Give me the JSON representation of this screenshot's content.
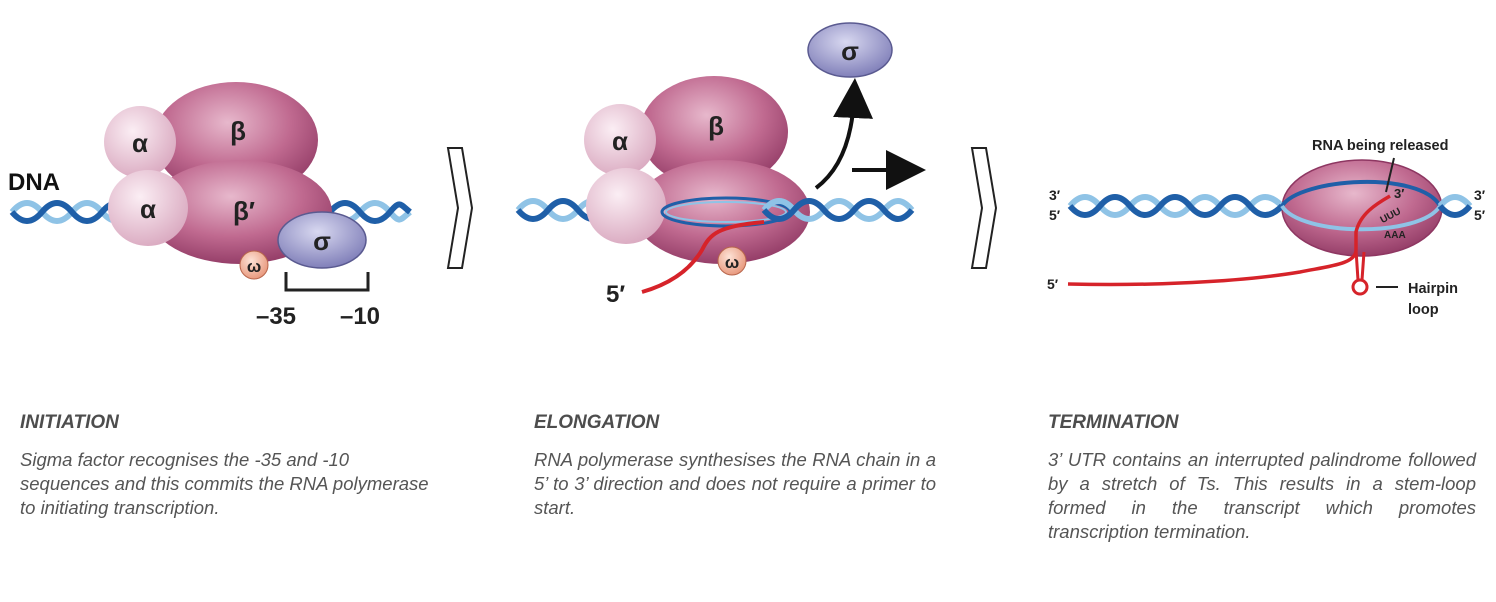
{
  "initiation": {
    "dna_label": "DNA",
    "alpha": "α",
    "beta": "β",
    "beta_prime": "β′",
    "sigma": "σ",
    "omega": "ω",
    "minus35": "–35",
    "minus10": "–10"
  },
  "elongation": {
    "alpha": "α",
    "beta": "β",
    "sigma": "σ",
    "omega": "ω",
    "five_prime": "5′"
  },
  "termination": {
    "rna_released": "RNA being released",
    "three_prime_left": "3′",
    "five_prime_left": "5′",
    "three_prime_right": "3′",
    "five_prime_right": "5′",
    "three_prime_rna": "3′",
    "uuu": "UUU",
    "aaa": "AAA",
    "five_prime_rna": "5′",
    "hairpin_line1": "Hairpin",
    "hairpin_line2": "loop"
  },
  "captions": {
    "initiation_title": "INITIATION",
    "initiation_text": "Sigma factor recognises the -35 and -10 sequences and this commits the RNA polymerase to initiating transcription.",
    "elongation_title": "ELONGATION",
    "elongation_text": "RNA polymerase synthesises the RNA chain in a 5’ to 3’ direction and does not require a primer to start.",
    "termination_title": "TERMINATION",
    "termination_text": "3’ UTR contains an interrupted palindrome followed by a stretch of Ts. This results in a stem-loop formed in the transcript which promotes transcription termination."
  },
  "colors": {
    "dna_dark": "#1f5fa8",
    "dna_light": "#8fc3e6",
    "polymerase": "#b5547e",
    "alpha_subunit": "#e8c6d6",
    "sigma": "#9b9ccb",
    "omega": "#f2b7a0",
    "rna": "#d6232a"
  }
}
